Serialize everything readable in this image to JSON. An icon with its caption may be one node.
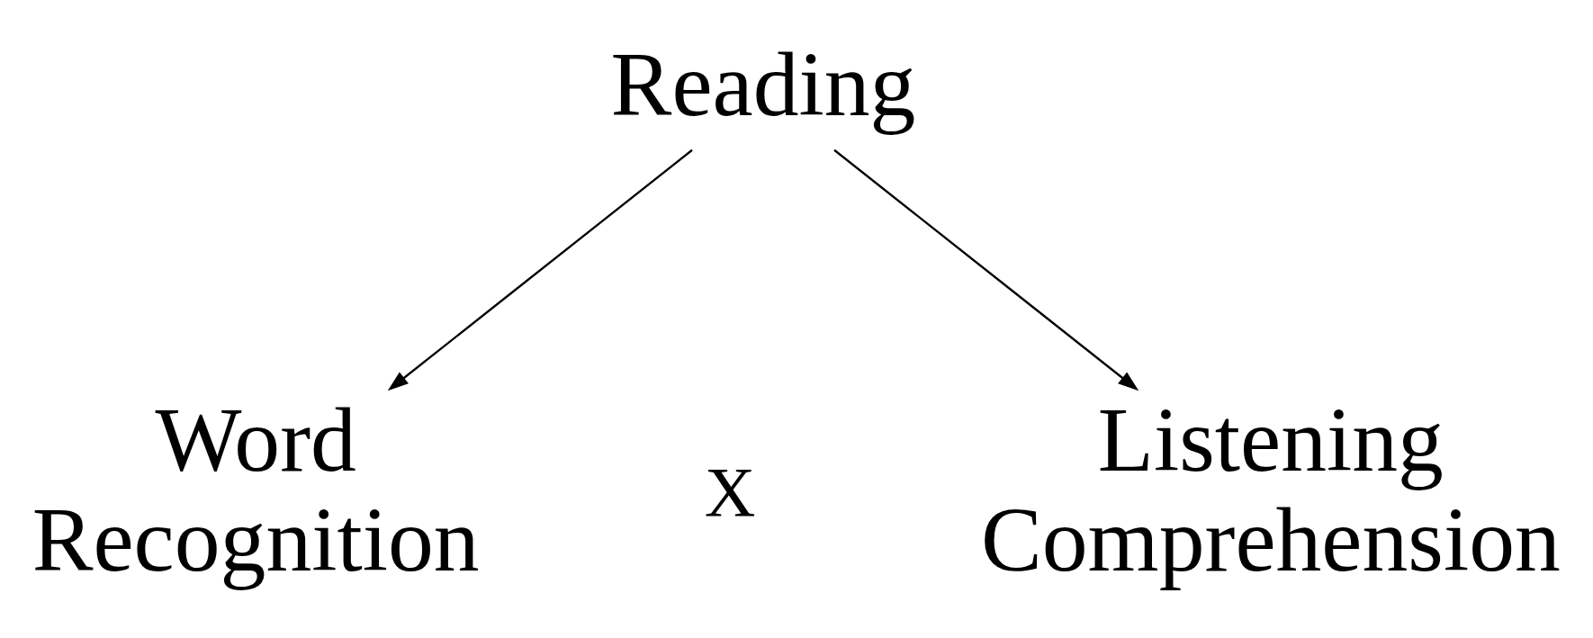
{
  "diagram": {
    "nodes": [
      {
        "text": [
          "Reading"
        ]
      },
      {
        "text": [
          "Word Recognition"
        ]
      },
      {
        "text": [
          "Listening Comprehension"
        ]
      }
    ],
    "edges": [
      {
        "from": 0,
        "to": 1,
        "arrow": "to"
      },
      {
        "from": 0,
        "to": 2,
        "arrow": "to"
      }
    ],
    "labels": [
      "X"
    ]
  }
}
